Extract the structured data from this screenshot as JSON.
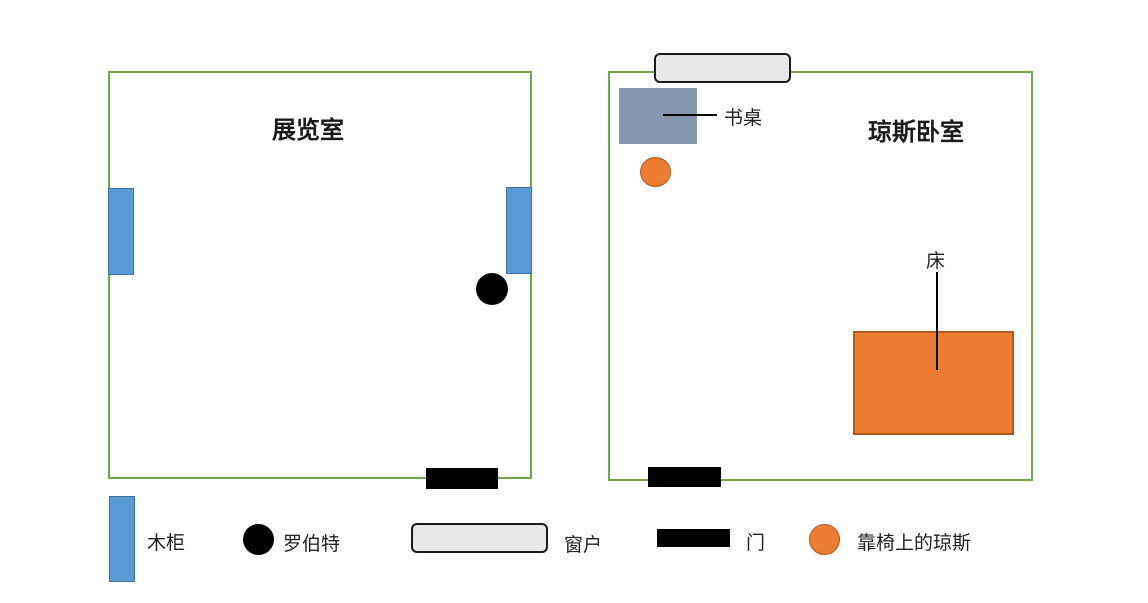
{
  "rooms": {
    "exhibition": {
      "title": "展览室"
    },
    "bedroom": {
      "title": "琼斯卧室"
    }
  },
  "labels": {
    "desk": "书桌",
    "bed": "床"
  },
  "legend": {
    "cabinet": "木柜",
    "robert": "罗伯特",
    "window": "窗户",
    "door": "门",
    "jones": "靠椅上的琼斯"
  },
  "colors": {
    "wall": "#70a84a",
    "cabinet": "#5b9bd5",
    "door": "#000000",
    "window": "#e7e7e7",
    "robert": "#000000",
    "jones": "#ed7d31",
    "desk": "#8497b0",
    "bed": "#ed7d31"
  }
}
